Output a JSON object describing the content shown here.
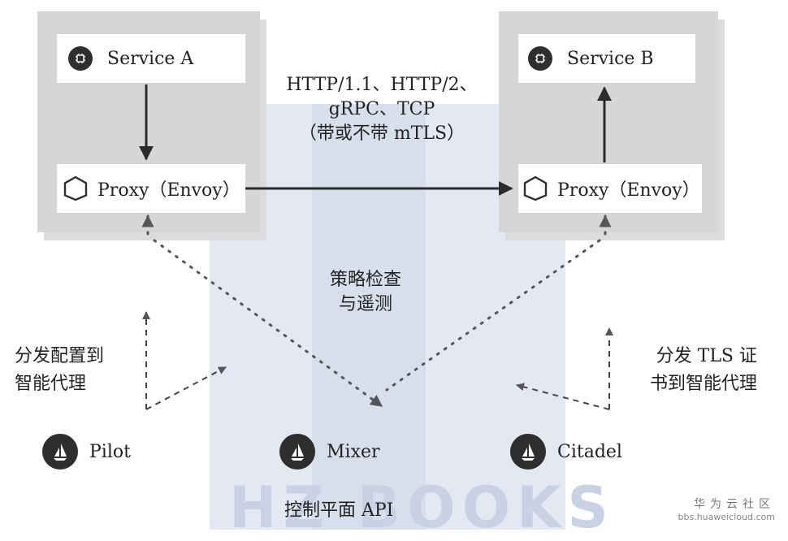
{
  "service_a": {
    "label": "Service A",
    "icon": "chip-icon"
  },
  "service_b": {
    "label": "Service B",
    "icon": "chip-icon"
  },
  "proxy_a": {
    "label": "Proxy（Envoy）",
    "icon": "hexagon-icon"
  },
  "proxy_b": {
    "label": "Proxy（Envoy）",
    "icon": "hexagon-icon"
  },
  "protocols": {
    "line1": "HTTP/1.1、HTTP/2、",
    "line2": "gRPC、TCP",
    "line3": "（带或不带 mTLS）"
  },
  "policy": {
    "line1": "策略检查",
    "line2": "与遥测"
  },
  "pilot_note": {
    "line1": "分发配置到",
    "line2": "智能代理"
  },
  "citadel_note": {
    "line1": "分发 TLS 证",
    "line2": "书到智能代理"
  },
  "components": {
    "pilot": {
      "label": "Pilot",
      "icon": "sail-icon"
    },
    "mixer": {
      "label": "Mixer",
      "icon": "sail-icon"
    },
    "citadel": {
      "label": "Citadel",
      "icon": "sail-icon"
    }
  },
  "control_plane": "控制平面 API",
  "watermark": {
    "text": "HZ BOOKS"
  },
  "site_mark": {
    "name": "华为云社区",
    "url": "bbs.huaweicloud.com"
  },
  "colors": {
    "pod": "#d6d6d6",
    "band": "#e3e8f2",
    "arrow": "#2b2b2b",
    "icon": "#2f2f2f"
  }
}
